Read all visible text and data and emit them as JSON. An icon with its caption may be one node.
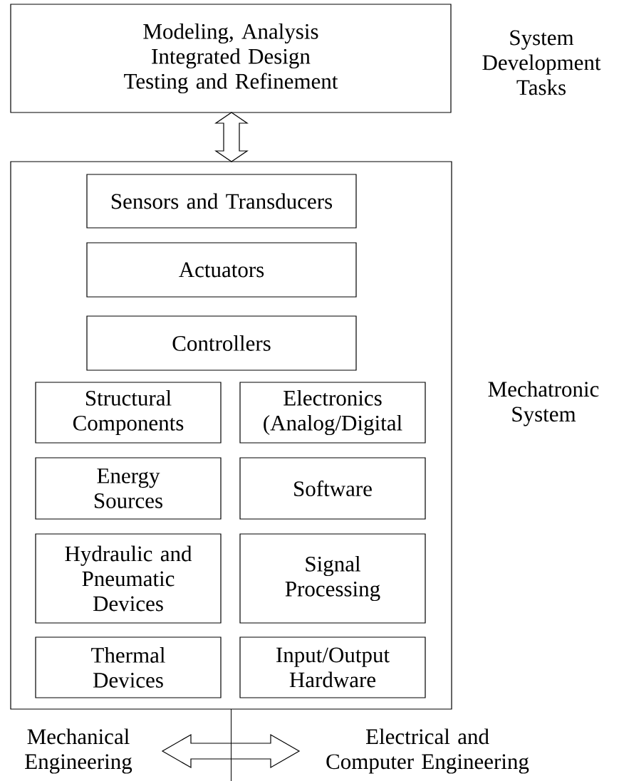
{
  "diagram": {
    "nodes": [
      {
        "text": [
          "Modeling, Analysis",
          "Integrated Design",
          "Testing and Refinement"
        ],
        "beside": [
          "System Development Tasks"
        ]
      },
      {
        "text": [],
        "shape": "box",
        "beside": [
          "Mechatronic System"
        ]
      },
      {
        "text": [
          "Sensors and Transducers"
        ],
        "in": 1
      },
      {
        "text": [
          "Actuators"
        ],
        "in": 1
      },
      {
        "text": [
          "Controllers"
        ],
        "in": 1
      },
      {
        "text": [
          "Structural Components"
        ],
        "in": 1
      },
      {
        "text": [
          "Electronics (Analog/Digital"
        ],
        "in": 1
      },
      {
        "text": [
          "Energy Sources"
        ],
        "in": 1
      },
      {
        "text": [
          "Software"
        ],
        "in": 1
      },
      {
        "text": [
          "Hydraulic and Pneumatic Devices"
        ],
        "in": 1
      },
      {
        "text": [
          "Signal Processing"
        ],
        "in": 1
      },
      {
        "text": [
          "Thermal Devices"
        ],
        "in": 1
      },
      {
        "text": [
          "Input/Output Hardware"
        ],
        "in": 1
      },
      {
        "text": [
          "Mechanical Engineering"
        ]
      },
      {
        "text": [
          "Electrical and Computer Engineering"
        ]
      }
    ],
    "edges": [
      {
        "from": 0,
        "to": 1,
        "arrow": "both"
      },
      {
        "from": 13,
        "to": 14,
        "arrow": "both"
      },
      {
        "from": 1,
        "to": null,
        "arrow": "none"
      }
    ]
  }
}
